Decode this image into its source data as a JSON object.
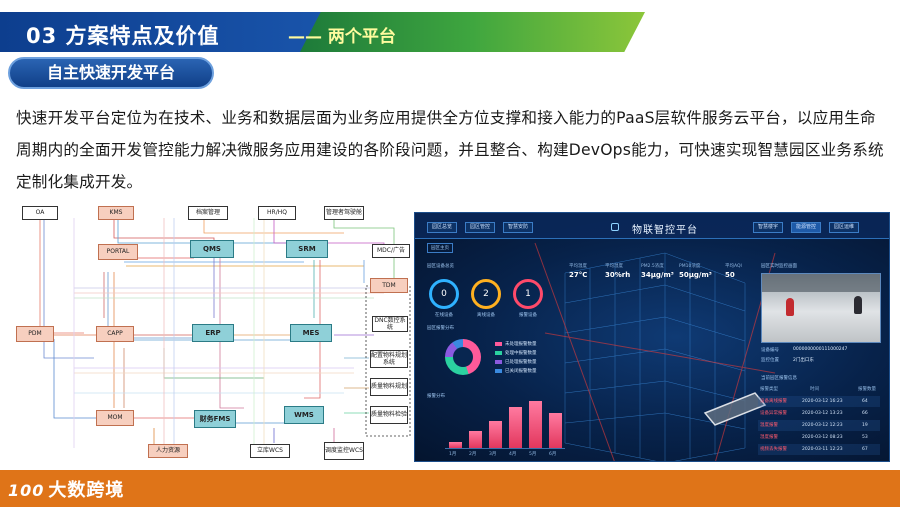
{
  "header": {
    "title": "03  方案特点及价值",
    "subtitle": "—— 两个平台"
  },
  "section": {
    "pill_label": "自主快速开发平台"
  },
  "paragraph": {
    "text": "快速开发平台定位为在技术、业务和数据层面为业务应用提供全方位支撑和接入能力的PaaS层软件服务云平台，以应用生命周期内的全面开发管控能力解决微服务应用建设的各阶段问题，并且整合、构建DevOps能力，可快速实现智慧园区业务系统定制化集成开发。"
  },
  "diagram": {
    "nodes": {
      "oa": "OA",
      "kms": "KMS",
      "archive": "档案管理",
      "hrhq": "HR/HQ",
      "exec": "管理者驾驶舱",
      "portal": "PORTAL",
      "qms": "QMS",
      "srm": "SRM",
      "mdc": "MDC/广告",
      "tdm": "TDM",
      "pdm": "PDM",
      "capp": "CAPP",
      "erp": "ERP",
      "mes": "MES",
      "dnc": "DNC数控系统",
      "fin": "财务FMS",
      "mom": "MOM",
      "wms": "WMS",
      "hr": "人力资源",
      "lims": "立库WCS",
      "wcs2": "调度监控WCS",
      "side1": "配置物料规划系统",
      "side2": "质量物料规划",
      "side3": "质量物料检验"
    }
  },
  "dashboard": {
    "title": "物联智控平台",
    "top_buttons": [
      "园区总览",
      "园区管控",
      "智慧安防",
      "智慧楼宇",
      "能源管控",
      "园区运维"
    ],
    "back_label": "园区主页",
    "left_panel_title": "园区设备总览",
    "metrics": [
      {
        "label": "平均温度",
        "value": "27°C"
      },
      {
        "label": "平均湿度",
        "value": "30%rh"
      },
      {
        "label": "PM2.5浓度",
        "value": "34μg/m³"
      },
      {
        "label": "PM10浓度",
        "value": "50μg/m³"
      },
      {
        "label": "平均AQI",
        "value": "50"
      }
    ],
    "gauges": [
      {
        "value": "0",
        "label": "在线设备",
        "color": "#2fb2ff"
      },
      {
        "value": "2",
        "label": "离线设备",
        "color": "#ffb020"
      },
      {
        "value": "1",
        "label": "报警设备",
        "color": "#ff4a6a"
      }
    ],
    "alarm_title": "园区报警分布",
    "legend": [
      "未处理报警数量",
      "处理中报警数量",
      "已处理报警数量",
      "已关闭报警数量"
    ],
    "bar_title": "报警分布",
    "bar_chart": {
      "type": "bar",
      "categories": [
        "1月",
        "2月",
        "3月",
        "4月",
        "5月",
        "6月"
      ],
      "values": [
        5,
        14,
        22,
        33,
        38,
        28
      ],
      "ylim": [
        0,
        40
      ]
    },
    "photo_title": "园区实时监控画面",
    "info_rows": [
      {
        "k": "设备编号",
        "v": "0000000000111000247"
      },
      {
        "k": "监控位置",
        "v": "2门出口东"
      }
    ],
    "table_title": "当前园区报警信息",
    "table_header": [
      "报警类型",
      "时间",
      "报警数量"
    ],
    "table_rows": [
      {
        "type": "设备离线报警",
        "time": "2020-03-12 16:23",
        "count": "64"
      },
      {
        "type": "设备异常报警",
        "time": "2020-03-12 13:23",
        "count": "66"
      },
      {
        "type": "温度报警",
        "time": "2020-03-12 12:23",
        "count": "19"
      },
      {
        "type": "湿度报警",
        "time": "2020-03-12 08:23",
        "count": "53"
      },
      {
        "type": "视频丢失报警",
        "time": "2020-03-11 12:23",
        "count": "67"
      }
    ]
  },
  "footer": {
    "logo_num": "100",
    "logo_text": "大数跨境"
  },
  "colors": {
    "blue": "#0d3e8e",
    "green": "#3fa63f",
    "orange": "#df7418"
  }
}
